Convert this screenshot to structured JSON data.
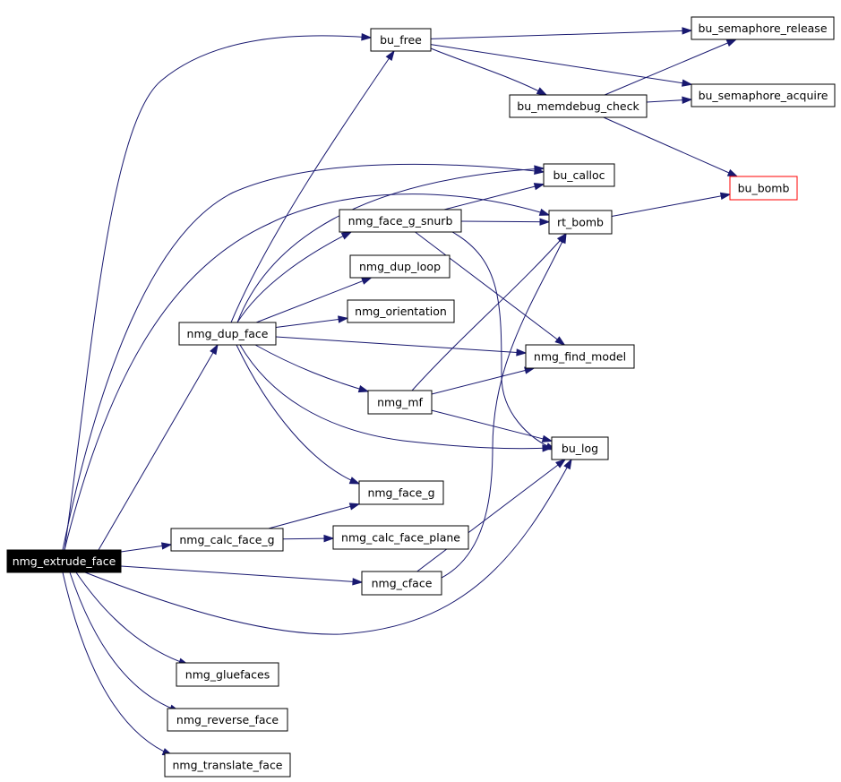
{
  "graph": {
    "nodes": {
      "nmg_extrude_face": "nmg_extrude_face",
      "bu_free": "bu_free",
      "bu_semaphore_release": "bu_semaphore_release",
      "bu_memdebug_check": "bu_memdebug_check",
      "bu_semaphore_acquire": "bu_semaphore_acquire",
      "bu_calloc": "bu_calloc",
      "bu_bomb": "bu_bomb",
      "nmg_face_g_snurb": "nmg_face_g_snurb",
      "rt_bomb": "rt_bomb",
      "nmg_dup_loop": "nmg_dup_loop",
      "nmg_orientation": "nmg_orientation",
      "nmg_dup_face": "nmg_dup_face",
      "nmg_find_model": "nmg_find_model",
      "nmg_mf": "nmg_mf",
      "bu_log": "bu_log",
      "nmg_face_g": "nmg_face_g",
      "nmg_calc_face_g": "nmg_calc_face_g",
      "nmg_calc_face_plane": "nmg_calc_face_plane",
      "nmg_cface": "nmg_cface",
      "nmg_gluefaces": "nmg_gluefaces",
      "nmg_reverse_face": "nmg_reverse_face",
      "nmg_translate_face": "nmg_translate_face"
    },
    "edges": [
      [
        "nmg_extrude_face",
        "bu_free"
      ],
      [
        "nmg_extrude_face",
        "bu_calloc"
      ],
      [
        "nmg_extrude_face",
        "rt_bomb"
      ],
      [
        "nmg_extrude_face",
        "nmg_dup_face"
      ],
      [
        "nmg_extrude_face",
        "nmg_calc_face_g"
      ],
      [
        "nmg_extrude_face",
        "nmg_cface"
      ],
      [
        "nmg_extrude_face",
        "bu_log"
      ],
      [
        "nmg_extrude_face",
        "nmg_gluefaces"
      ],
      [
        "nmg_extrude_face",
        "nmg_reverse_face"
      ],
      [
        "nmg_extrude_face",
        "nmg_translate_face"
      ],
      [
        "bu_free",
        "bu_semaphore_release"
      ],
      [
        "bu_free",
        "bu_memdebug_check"
      ],
      [
        "bu_free",
        "bu_semaphore_acquire"
      ],
      [
        "bu_memdebug_check",
        "bu_semaphore_release"
      ],
      [
        "bu_memdebug_check",
        "bu_semaphore_acquire"
      ],
      [
        "bu_memdebug_check",
        "bu_bomb"
      ],
      [
        "rt_bomb",
        "bu_bomb"
      ],
      [
        "nmg_face_g_snurb",
        "bu_calloc"
      ],
      [
        "nmg_face_g_snurb",
        "rt_bomb"
      ],
      [
        "nmg_face_g_snurb",
        "nmg_find_model"
      ],
      [
        "nmg_face_g_snurb",
        "bu_log"
      ],
      [
        "nmg_dup_face",
        "bu_free"
      ],
      [
        "nmg_dup_face",
        "bu_calloc"
      ],
      [
        "nmg_dup_face",
        "nmg_face_g_snurb"
      ],
      [
        "nmg_dup_face",
        "nmg_dup_loop"
      ],
      [
        "nmg_dup_face",
        "nmg_orientation"
      ],
      [
        "nmg_dup_face",
        "nmg_find_model"
      ],
      [
        "nmg_dup_face",
        "nmg_mf"
      ],
      [
        "nmg_dup_face",
        "bu_log"
      ],
      [
        "nmg_dup_face",
        "nmg_face_g"
      ],
      [
        "nmg_mf",
        "rt_bomb"
      ],
      [
        "nmg_mf",
        "nmg_find_model"
      ],
      [
        "nmg_mf",
        "bu_log"
      ],
      [
        "nmg_calc_face_g",
        "nmg_face_g"
      ],
      [
        "nmg_calc_face_g",
        "nmg_calc_face_plane"
      ],
      [
        "nmg_cface",
        "rt_bomb"
      ],
      [
        "nmg_cface",
        "bu_log"
      ]
    ],
    "colors": {
      "edge": "#191970",
      "node_border": "#000000",
      "root_fill": "#000000",
      "root_text": "#ffffff",
      "truncated_border": "#ff0000"
    }
  }
}
